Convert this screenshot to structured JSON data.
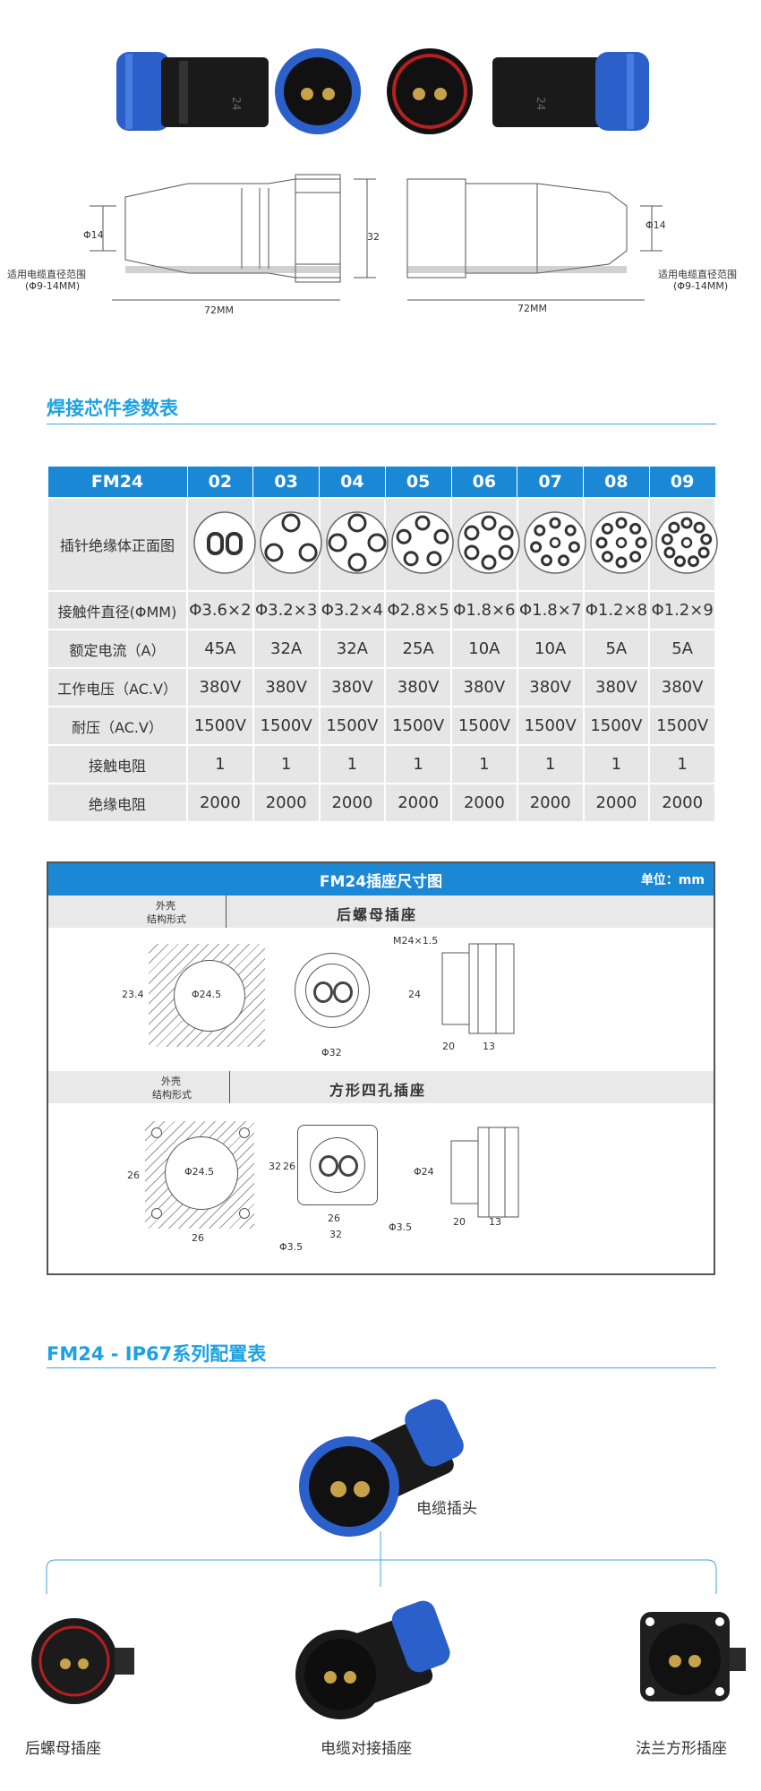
{
  "dims": {
    "phi14_left": "Φ14",
    "cable_range_left": "适用电缆直径范围",
    "cable_range_left_sub": "(Φ9-14MM)",
    "h32": "32",
    "len_left": "72MM",
    "phi14_right": "Φ14",
    "cable_range_right": "适用电缆直径范围",
    "cable_range_right_sub": "(Φ9-14MM)",
    "len_right": "72MM",
    "label_24a": "24",
    "label_24b": "24"
  },
  "spec_section": {
    "title": "焊接芯件参数表"
  },
  "spec_table": {
    "header": [
      "FM24",
      "02",
      "03",
      "04",
      "05",
      "06",
      "07",
      "08",
      "09"
    ],
    "pin_label": "插针绝缘体正面图",
    "pin_counts": [
      2,
      3,
      4,
      5,
      6,
      7,
      8,
      9
    ],
    "rows": [
      {
        "label": "接触件直径(ΦMM)",
        "values": [
          "Φ3.6×2",
          "Φ3.2×3",
          "Φ3.2×4",
          "Φ2.8×5",
          "Φ1.8×6",
          "Φ1.8×7",
          "Φ1.2×8",
          "Φ1.2×9"
        ]
      },
      {
        "label": "额定电流（A）",
        "values": [
          "45A",
          "32A",
          "32A",
          "25A",
          "10A",
          "10A",
          "5A",
          "5A"
        ]
      },
      {
        "label": "工作电压（AC.V）",
        "values": [
          "380V",
          "380V",
          "380V",
          "380V",
          "380V",
          "380V",
          "380V",
          "380V"
        ]
      },
      {
        "label": "耐压（AC.V）",
        "values": [
          "1500V",
          "1500V",
          "1500V",
          "1500V",
          "1500V",
          "1500V",
          "1500V",
          "1500V"
        ]
      },
      {
        "label": "接触电阻",
        "values": [
          "1",
          "1",
          "1",
          "1",
          "1",
          "1",
          "1",
          "1"
        ]
      },
      {
        "label": "绝缘电阻",
        "values": [
          "2000",
          "2000",
          "2000",
          "2000",
          "2000",
          "2000",
          "2000",
          "2000"
        ]
      }
    ]
  },
  "socket_dims": {
    "title": "FM24插座尺寸图",
    "unit": "单位：mm",
    "shell_label_1": "外壳",
    "shell_label_2": "结构形式",
    "type1": "后螺母插座",
    "type2": "方形四孔插座",
    "d1_h": "23.4",
    "d1_phi": "Φ24.5",
    "d1_phi32": "Φ32",
    "d1_m": "M24×1.5",
    "d1_24": "24",
    "d1_20": "20",
    "d1_13": "13",
    "d2_26v": "26",
    "d2_phi": "Φ24.5",
    "d2_26h": "26",
    "d2_phi35": "Φ3.5",
    "d2_32v": "32",
    "d2_26v2": "26",
    "d2_26h2": "26",
    "d2_32h": "32",
    "d2_phi35b": "Φ3.5",
    "d2_phi24": "Φ24",
    "d2_20": "20",
    "d2_13": "13"
  },
  "config": {
    "title": "FM24 - IP67系列配置表",
    "plug_label": "电缆插头",
    "items": [
      "后螺母插座",
      "电缆对接插座",
      "法兰方形插座"
    ]
  },
  "colors": {
    "accent": "#1da1e2",
    "header_blue": "#1a88d4",
    "connector_blue": "#2a5bc8"
  }
}
